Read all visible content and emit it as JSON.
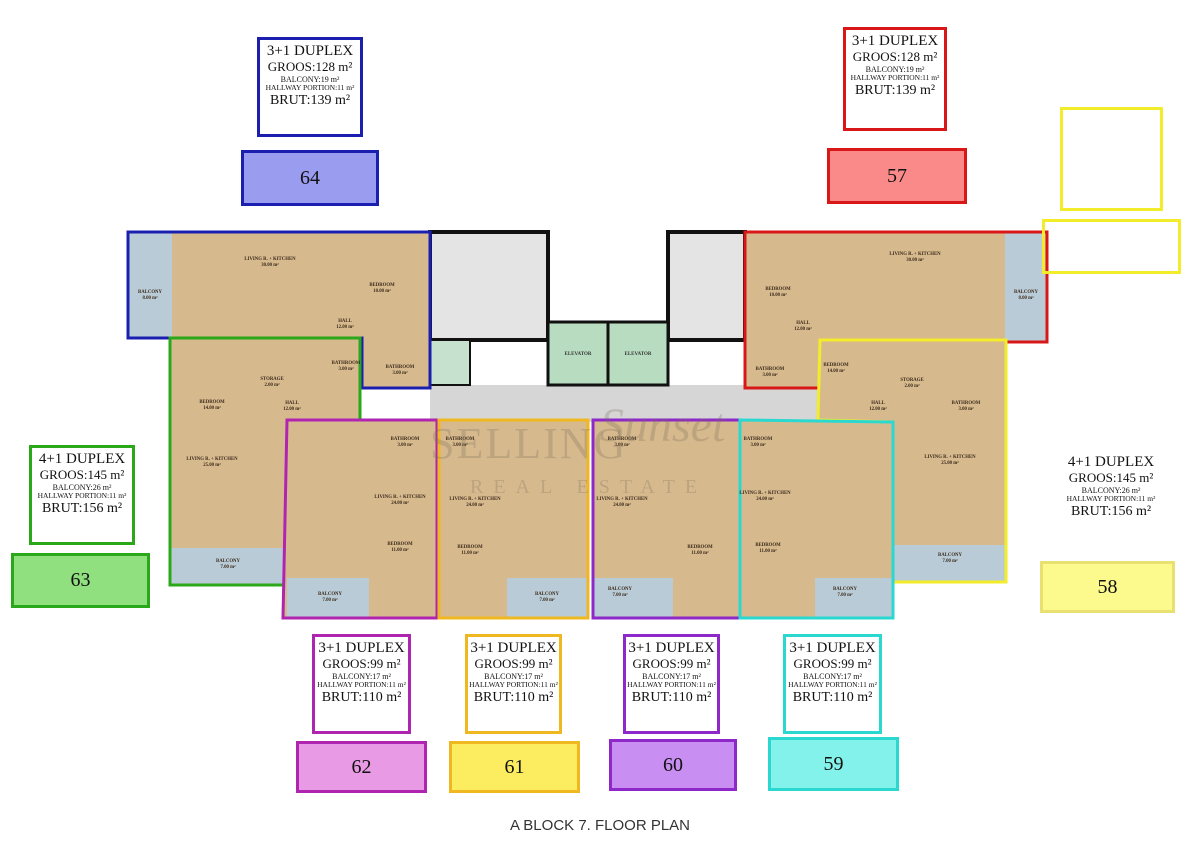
{
  "caption": "A BLOCK 7.  FLOOR PLAN",
  "watermark": {
    "line1": "SELLING",
    "script": "Sunset",
    "line2": "REAL ESTATE"
  },
  "units": [
    {
      "number": "64",
      "type": "3+1 DUPLEX",
      "gross": "GROOS:128 m²",
      "balcony": "BALCONY:19 m²",
      "hallway": "HALLWAY PORTION:11 m²",
      "brut": "BRUT:139 m²",
      "border": "#1b1fb0",
      "fill": "#9a9cf0"
    },
    {
      "number": "57",
      "type": "3+1 DUPLEX",
      "gross": "GROOS:128 m²",
      "balcony": "BALCONY:19 m²",
      "hallway": "HALLWAY PORTION:11 m²",
      "brut": "BRUT:139 m²",
      "border": "#d81818",
      "fill": "#fa8a8a"
    },
    {
      "number": "63",
      "type": "4+1 DUPLEX",
      "gross": "GROOS:145 m²",
      "balcony": "BALCONY:26 m²",
      "hallway": "HALLWAY PORTION:11 m²",
      "brut": "BRUT:156 m²",
      "border": "#2aa81a",
      "fill": "#90e080"
    },
    {
      "number": "58",
      "type": "4+1 DUPLEX",
      "gross": "GROOS:145 m²",
      "balcony": "BALCONY:26 m²",
      "hallway": "HALLWAY PORTION:11 m²",
      "brut": "BRUT:156 m²",
      "border": "#f2ec2a",
      "fill": "#fcfa8c"
    },
    {
      "number": "62",
      "type": "3+1 DUPLEX",
      "gross": "GROOS:99 m²",
      "balcony": "BALCONY:17 m²",
      "hallway": "HALLWAY PORTION:11 m²",
      "brut": "BRUT:110 m²",
      "border": "#b025b0",
      "fill": "#e89ae4"
    },
    {
      "number": "61",
      "type": "3+1 DUPLEX",
      "gross": "GROOS:99 m²",
      "balcony": "BALCONY:17 m²",
      "hallway": "HALLWAY PORTION:11 m²",
      "brut": "BRUT:110 m²",
      "border": "#f0b820",
      "fill": "#fcec60"
    },
    {
      "number": "60",
      "type": "3+1 DUPLEX",
      "gross": "GROOS:99 m²",
      "balcony": "BALCONY:17 m²",
      "hallway": "HALLWAY PORTION:11 m²",
      "brut": "BRUT:110 m²",
      "border": "#8e28c8",
      "fill": "#c98ef2"
    },
    {
      "number": "59",
      "type": "3+1 DUPLEX",
      "gross": "GROOS:99 m²",
      "balcony": "BALCONY:17 m²",
      "hallway": "HALLWAY PORTION:11 m²",
      "brut": "BRUT:110 m²",
      "border": "#2ad8d0",
      "fill": "#82f2ea"
    }
  ],
  "rooms": {
    "64": [
      [
        "LIVING R. + KITCHEN",
        "30.00 m²"
      ],
      [
        "BEDROOM",
        "10.00 m²"
      ],
      [
        "HALL",
        "12.00 m²"
      ],
      [
        "BATHROOM",
        "3.00 m²"
      ],
      [
        "BALCONY",
        "8.00 m²"
      ]
    ],
    "57": [
      [
        "LIVING R. + KITCHEN",
        "30.00 m²"
      ],
      [
        "BEDROOM",
        "10.00 m²"
      ],
      [
        "HALL",
        "12.00 m²"
      ],
      [
        "BATHROOM",
        "3.00 m²"
      ],
      [
        "BALCONY",
        "8.00 m²"
      ]
    ],
    "63": [
      [
        "BEDROOM",
        "14.00 m²"
      ],
      [
        "STORAGE",
        "2.00 m²"
      ],
      [
        "HALL",
        "12.00 m²"
      ],
      [
        "BATHROOM",
        "3.00 m²"
      ],
      [
        "LIVING R. + KITCHEN",
        "25.00 m²"
      ],
      [
        "BALCONY",
        "7.00 m²"
      ]
    ],
    "58": [
      [
        "BEDROOM",
        "14.00 m²"
      ],
      [
        "STORAGE",
        "2.00 m²"
      ],
      [
        "HALL",
        "12.00 m²"
      ],
      [
        "BATHROOM",
        "3.00 m²"
      ],
      [
        "LIVING R. + KITCHEN",
        "25.00 m²"
      ],
      [
        "BALCONY",
        "7.00 m²"
      ]
    ],
    "62": [
      [
        "BATHROOM",
        "3.00 m²"
      ],
      [
        "LIVING R. + KITCHEN",
        "24.00 m²"
      ],
      [
        "BEDROOM",
        "11.00 m²"
      ],
      [
        "BALCONY",
        "7.00 m²"
      ]
    ],
    "61": [
      [
        "BATHROOM",
        "3.00 m²"
      ],
      [
        "LIVING R. + KITCHEN",
        "24.00 m²"
      ],
      [
        "BEDROOM",
        "11.00 m²"
      ],
      [
        "BALCONY",
        "7.00 m²"
      ]
    ],
    "60": [
      [
        "BATHROOM",
        "3.00 m²"
      ],
      [
        "LIVING R. + KITCHEN",
        "24.00 m²"
      ],
      [
        "BEDROOM",
        "11.00 m²"
      ],
      [
        "BALCONY",
        "7.00 m²"
      ]
    ],
    "59": [
      [
        "BATHROOM",
        "3.00 m²"
      ],
      [
        "LIVING R. + KITCHEN",
        "24.00 m²"
      ],
      [
        "BEDROOM",
        "11.00 m²"
      ],
      [
        "BALCONY",
        "7.00 m²"
      ]
    ]
  },
  "core": {
    "elevator_1": "ELEVATOR",
    "elevator_2": "ELEVATOR"
  }
}
